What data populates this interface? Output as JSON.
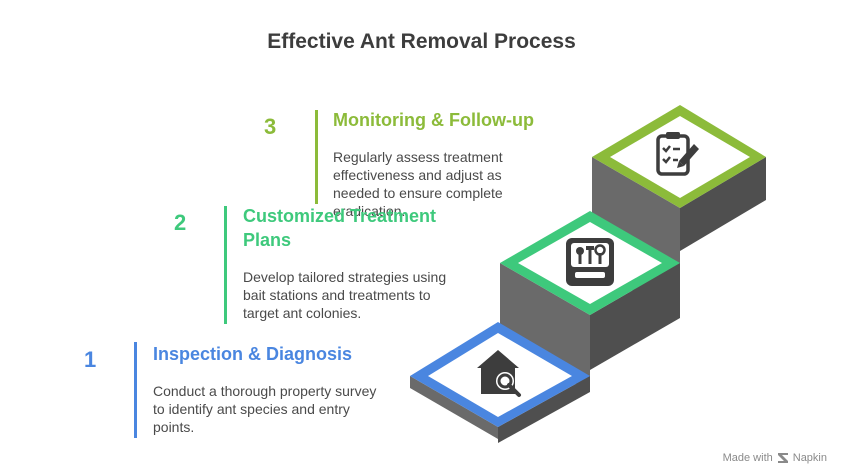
{
  "title": "Effective Ant Removal Process",
  "colors": {
    "blue": "#4a86e0",
    "green": "#3ec97c",
    "olive": "#8cbb3a",
    "stair_front": "#606060",
    "stair_side": "#8a8a8a",
    "icon": "#3d3d3d"
  },
  "steps": [
    {
      "number": "1",
      "heading": "Inspection & Diagnosis",
      "description": "Conduct a thorough property survey to identify ant species and entry points.",
      "icon": "house-magnifier-icon"
    },
    {
      "number": "2",
      "heading": "Customized Treatment Plans",
      "description": "Develop tailored strategies using bait stations and treatments to target ant colonies.",
      "icon": "toolbox-icon"
    },
    {
      "number": "3",
      "heading": "Monitoring & Follow-up",
      "description": "Regularly assess treatment effectiveness and adjust as needed to ensure complete eradication.",
      "icon": "clipboard-check-icon"
    }
  ],
  "footer": {
    "made_with": "Made with",
    "brand": "Napkin"
  }
}
